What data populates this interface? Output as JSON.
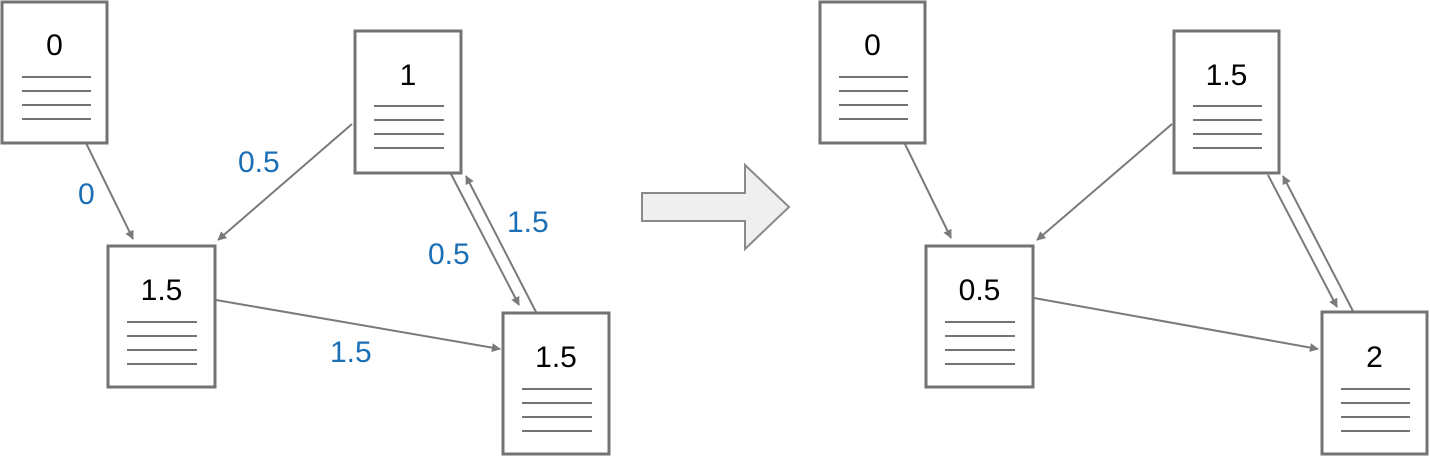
{
  "colors": {
    "edge_label": "#1a6fb5",
    "edge": "#7a7a7a",
    "box_border": "#737373",
    "arrow_fill": "#efefef"
  },
  "before_graph": {
    "nodes": [
      {
        "id": "A",
        "score": "0"
      },
      {
        "id": "B",
        "score": "1"
      },
      {
        "id": "C",
        "score": "1.5"
      },
      {
        "id": "D",
        "score": "1.5"
      }
    ],
    "edges": [
      {
        "from": "A",
        "to": "C",
        "label": "0"
      },
      {
        "from": "B",
        "to": "C",
        "label": "0.5"
      },
      {
        "from": "B",
        "to": "D",
        "label": "0.5"
      },
      {
        "from": "D",
        "to": "B",
        "label": "1.5"
      },
      {
        "from": "C",
        "to": "D",
        "label": "1.5"
      }
    ]
  },
  "transition_arrow": {
    "icon": "right-arrow-icon"
  },
  "after_graph": {
    "nodes": [
      {
        "id": "A",
        "score": "0"
      },
      {
        "id": "B",
        "score": "1.5"
      },
      {
        "id": "C",
        "score": "0.5"
      },
      {
        "id": "D",
        "score": "2"
      }
    ],
    "edges": [
      {
        "from": "A",
        "to": "C"
      },
      {
        "from": "B",
        "to": "C"
      },
      {
        "from": "B",
        "to": "D"
      },
      {
        "from": "D",
        "to": "B"
      },
      {
        "from": "C",
        "to": "D"
      }
    ]
  }
}
